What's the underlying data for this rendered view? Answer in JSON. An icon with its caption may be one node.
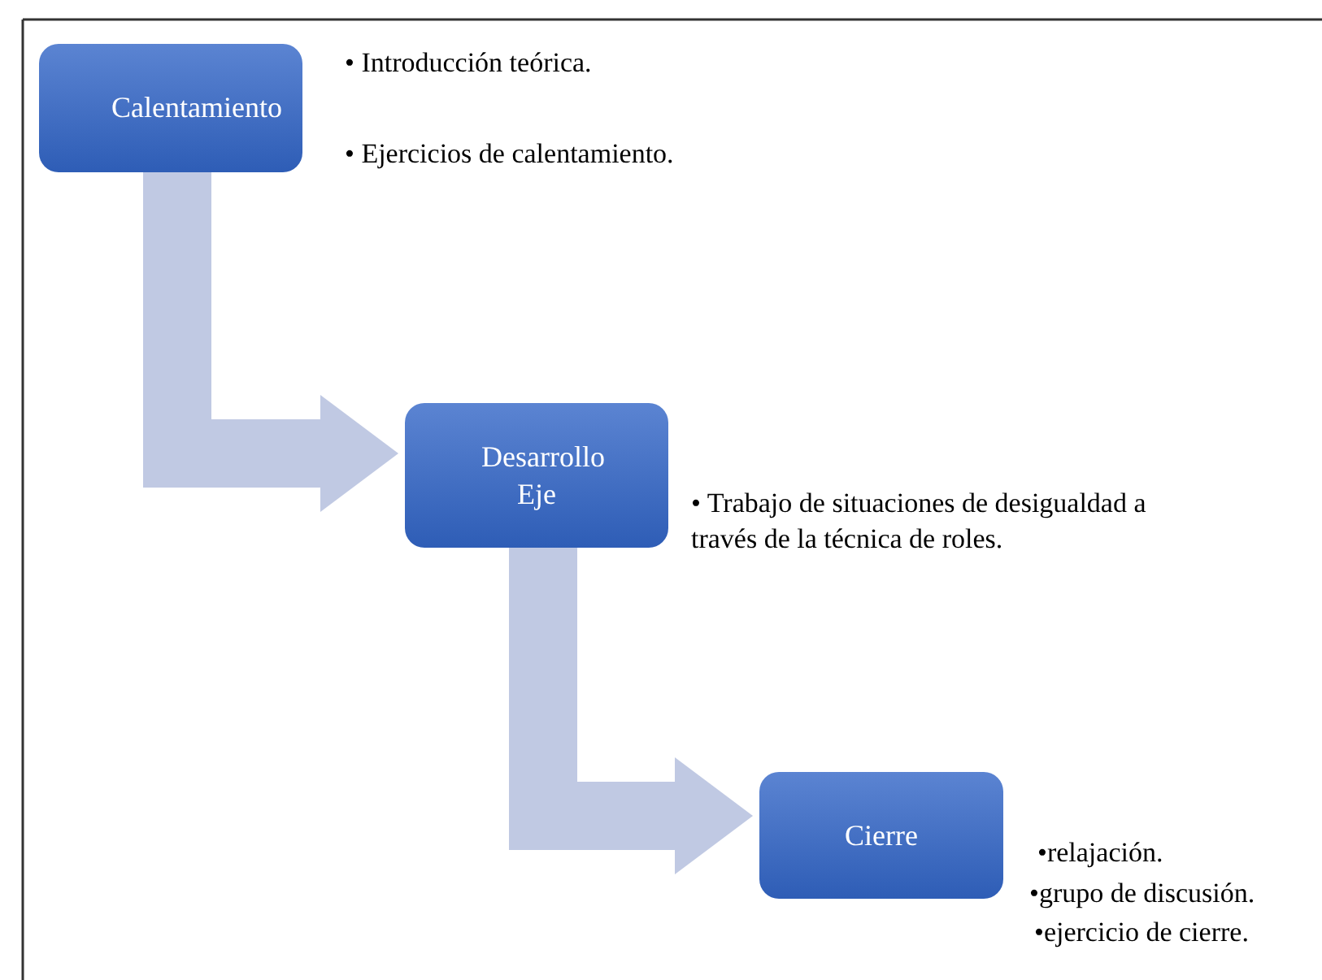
{
  "diagram": {
    "nodes": [
      {
        "text": [
          "Calentamiento"
        ],
        "beside": [
          "• Introducción teórica.",
          "• Ejercicios de calentamiento."
        ]
      },
      {
        "text": [
          "Desarrollo",
          "Eje"
        ],
        "beside": [
          "• Trabajo de situaciones de desigualdad a través de la técnica de roles."
        ]
      },
      {
        "text": [
          "Cierre"
        ],
        "beside": [
          "•relajación.",
          "•grupo de discusión.",
          "•ejercicio de cierre."
        ]
      }
    ],
    "edges": [
      {
        "from": 0,
        "to": 1,
        "arrow": "to"
      },
      {
        "from": 1,
        "to": 2,
        "arrow": "to"
      }
    ]
  }
}
